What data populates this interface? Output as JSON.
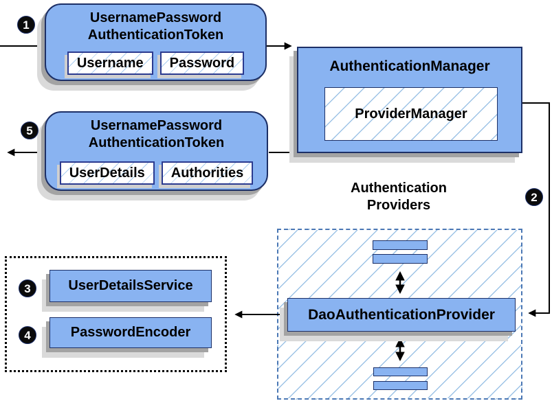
{
  "diagram": {
    "badges": {
      "step1": "1",
      "step2": "2",
      "step3": "3",
      "step4": "4",
      "step5": "5"
    },
    "token_request": {
      "title_line1": "UsernamePassword",
      "title_line2": "AuthenticationToken",
      "fields": [
        "Username",
        "Password"
      ]
    },
    "authentication_manager": {
      "title": "AuthenticationManager",
      "inner_label": "ProviderManager"
    },
    "token_response": {
      "title_line1": "UsernamePassword",
      "title_line2": "AuthenticationToken",
      "fields": [
        "UserDetails",
        "Authorities"
      ]
    },
    "providers_group": {
      "label_line1": "Authentication",
      "label_line2": "Providers",
      "provider_label": "DaoAuthenticationProvider"
    },
    "services_group": {
      "user_details_service": "UserDetailsService",
      "password_encoder": "PasswordEncoder"
    },
    "colors": {
      "box_fill": "#89b3f1",
      "box_border": "#1c2f66",
      "hatch_line": "#9dc3e6",
      "dashed_border": "#4a77b4",
      "dotted_border": "#000000",
      "shadow_dark": "#a3a3a3",
      "shadow_light": "#dadada",
      "arrow": "#000000"
    }
  }
}
